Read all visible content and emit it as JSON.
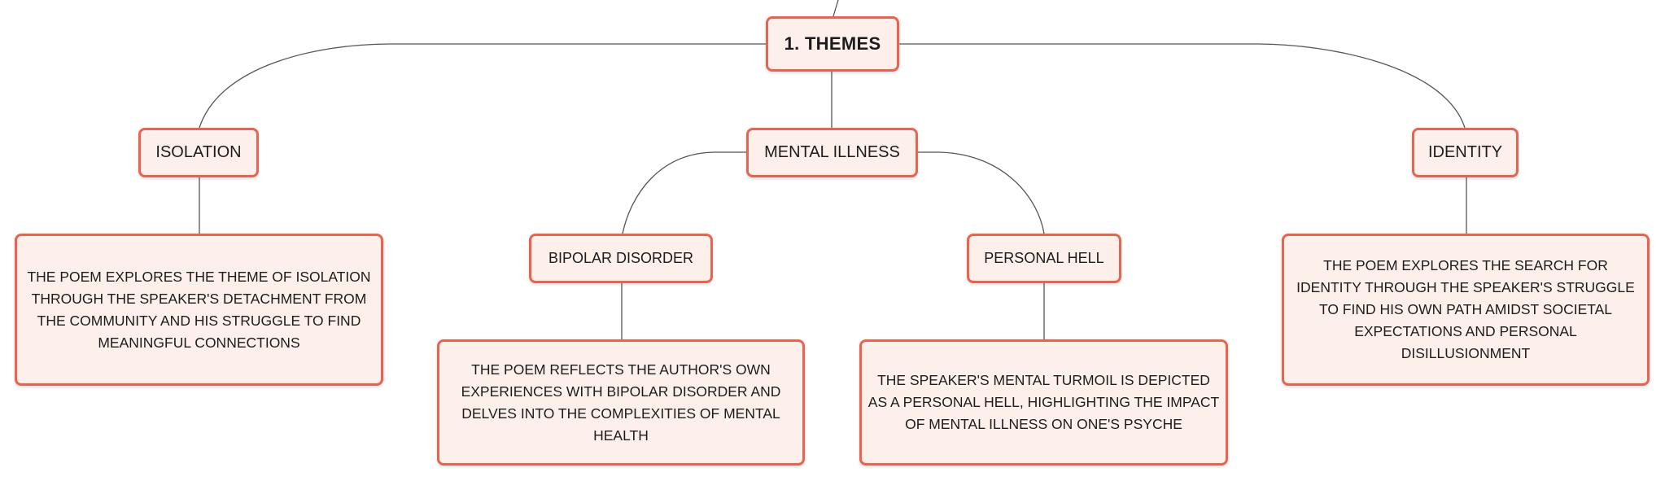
{
  "diagram": {
    "root": {
      "label": "1. THEMES"
    },
    "isolation": {
      "label": "ISOLATION",
      "description": "THE POEM EXPLORES THE THEME OF ISOLATION THROUGH THE SPEAKER'S DETACHMENT FROM THE COMMUNITY AND HIS STRUGGLE TO FIND MEANINGFUL CONNECTIONS"
    },
    "mental_illness": {
      "label": "MENTAL ILLNESS",
      "bipolar": {
        "label": "BIPOLAR DISORDER",
        "description": "THE POEM REFLECTS THE AUTHOR'S OWN EXPERIENCES WITH BIPOLAR DISORDER AND DELVES INTO THE COMPLEXITIES OF MENTAL HEALTH"
      },
      "personal_hell": {
        "label": "PERSONAL HELL",
        "description": "THE SPEAKER'S MENTAL TURMOIL IS DEPICTED AS A PERSONAL HELL, HIGHLIGHTING THE IMPACT OF MENTAL ILLNESS ON ONE'S PSYCHE"
      }
    },
    "identity": {
      "label": "IDENTITY",
      "description": "THE POEM EXPLORES THE SEARCH FOR IDENTITY THROUGH THE SPEAKER'S STRUGGLE TO FIND HIS OWN PATH AMIDST SOCIETAL EXPECTATIONS AND PERSONAL DISILLUSIONMENT"
    }
  },
  "colors": {
    "node_fill": "#fdf0eb",
    "node_border": "#e86452",
    "connector": "#555555",
    "text": "#1c1c1c"
  }
}
